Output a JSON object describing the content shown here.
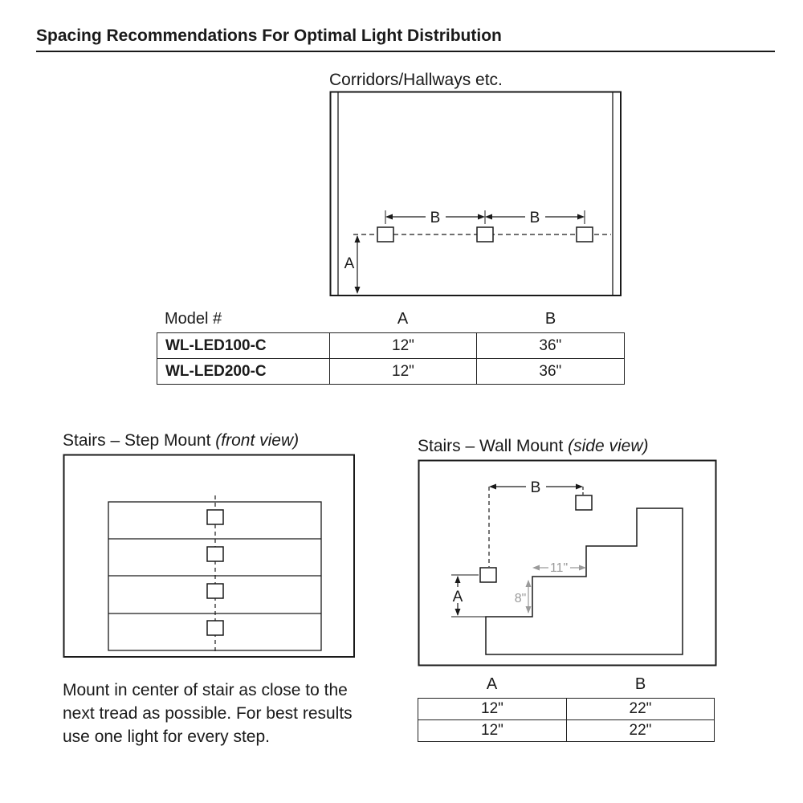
{
  "page": {
    "title": "Spacing Recommendations For Optimal Light Distribution"
  },
  "corridor": {
    "heading": "Corridors/Hallways etc.",
    "label_a": "A",
    "label_b": "B"
  },
  "model_table": {
    "col_model": "Model #",
    "col_a": "A",
    "col_b": "B",
    "rows": [
      {
        "model": "WL-LED100-C",
        "a": "12\"",
        "b": "36\""
      },
      {
        "model": "WL-LED200-C",
        "a": "12\"",
        "b": "36\""
      }
    ]
  },
  "step_mount": {
    "heading": "Stairs – Step Mount",
    "view": "(front view)",
    "note": "Mount in center of stair as close to the next tread as possible. For best results use one light for every step."
  },
  "wall_mount": {
    "heading": "Stairs – Wall Mount",
    "view": "(side view)",
    "label_a": "A",
    "label_b": "B",
    "tread_depth": "11\"",
    "riser_height": "8\""
  },
  "wall_table": {
    "col_a": "A",
    "col_b": "B",
    "rows": [
      {
        "a": "12\"",
        "b": "22\""
      },
      {
        "a": "12\"",
        "b": "22\""
      }
    ]
  }
}
